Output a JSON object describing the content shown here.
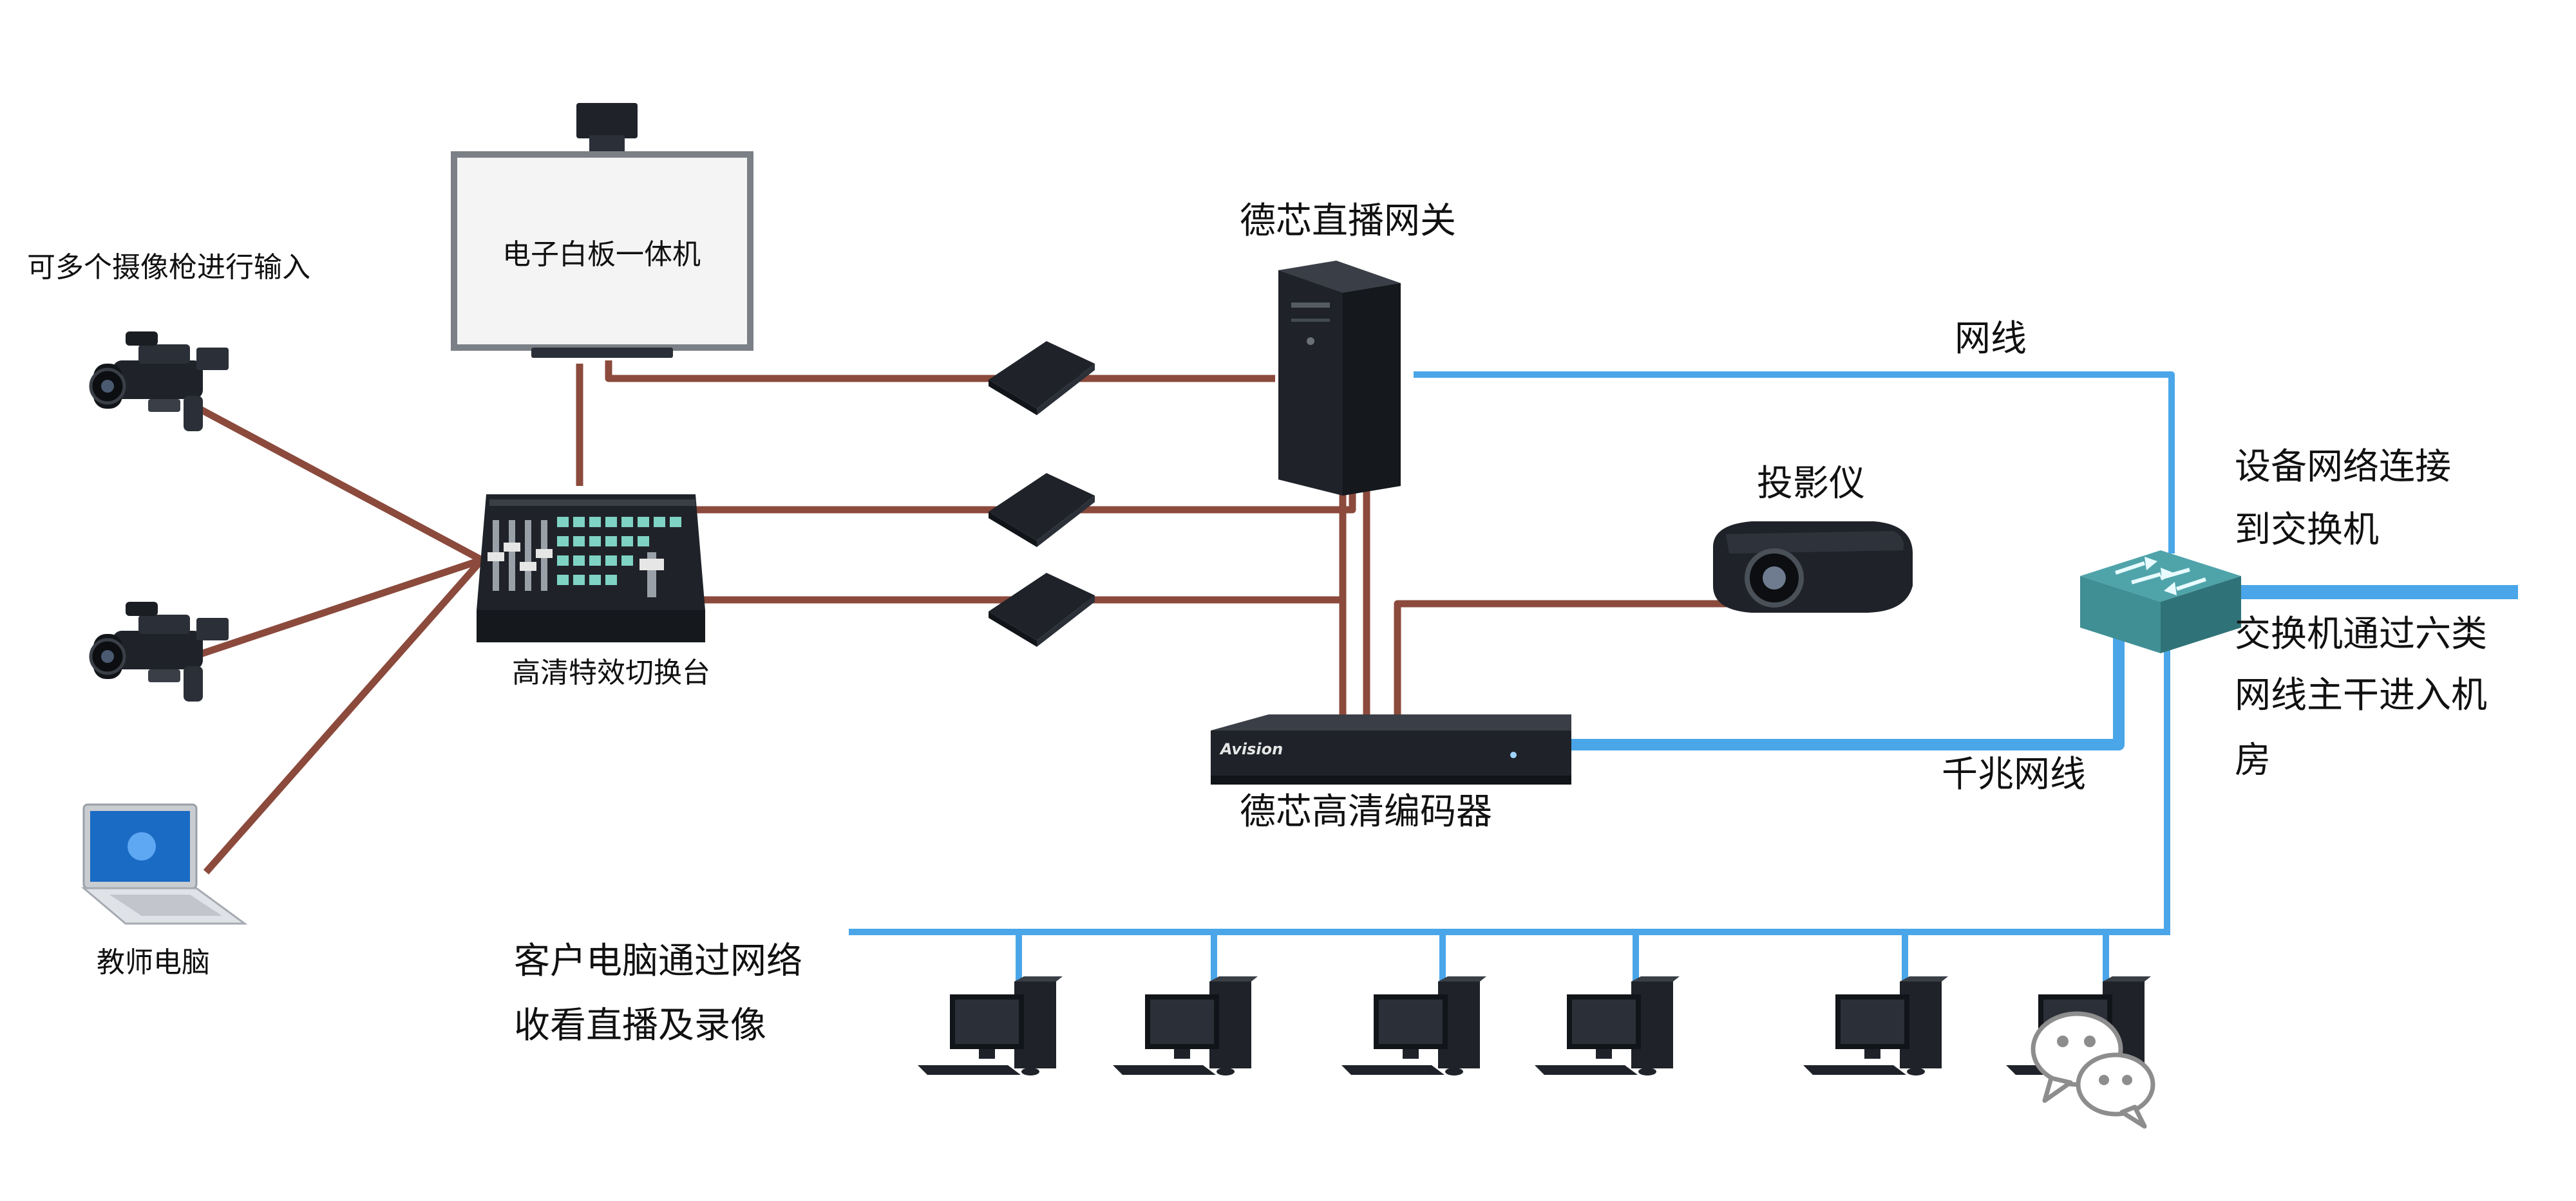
{
  "labels": {
    "multi_camera": "可多个摄像枪进行输入",
    "whiteboard": "电子白板一体机",
    "switcher": "高清特效切换台",
    "teacher_pc": "教师电脑",
    "gateway": "德芯直播网关",
    "projector": "投影仪",
    "encoder": "德芯高清编码器",
    "network_cable": "网线",
    "gigabit_cable": "千兆网线",
    "switch_note_1": "设备网络连接",
    "switch_note_2": "到交换机",
    "backbone_1": "交换机通过六类",
    "backbone_2": "网线主干进入机",
    "backbone_3": "房",
    "client_1": "客户电脑通过网络",
    "client_2": "收看直播及录像",
    "encoder_brand": "Avision"
  },
  "colors": {
    "av_cable": "#8b4a3c",
    "network_cable": "#4aa6e8",
    "device_dark": "#1f2329",
    "switch_teal": "#3f8f94"
  },
  "icons": {
    "camera": "video-camera-icon",
    "whiteboard": "interactive-whiteboard-icon",
    "switcher": "video-switcher-icon",
    "laptop": "laptop-icon",
    "extender": "hdmi-extender-icon",
    "tower": "server-tower-icon",
    "projector": "projector-icon",
    "encoder": "rack-encoder-icon",
    "switch": "network-switch-icon",
    "pc": "desktop-pc-icon",
    "wechat": "wechat-watermark-icon"
  }
}
